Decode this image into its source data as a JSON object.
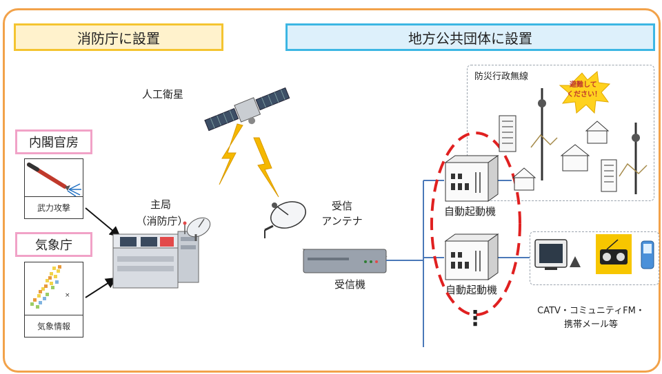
{
  "headers": {
    "fire_agency_side": "消防庁に設置",
    "local_gov_side": "地方公共団体に設置"
  },
  "sources": [
    {
      "agency": "内閣官房",
      "caption": "武力攻撃",
      "icon": "missile-icon"
    },
    {
      "agency": "気象庁",
      "caption": "気象情報",
      "icon": "weather-map-icon"
    }
  ],
  "satellite_label": "人工衛星",
  "main_station": {
    "line1": "主局",
    "line2": "（消防庁）"
  },
  "receiver_antenna": {
    "line1": "受信",
    "line2": "アンテナ"
  },
  "receiver_label": "受信機",
  "auto_start_units": [
    "自動起動機",
    "自動起動機"
  ],
  "continuation_mark": "⋮",
  "disaster_radio": {
    "label": "防災行政無線",
    "speech": [
      "避難して",
      "ください！"
    ]
  },
  "media": {
    "line1": "CATV・コミュニティFM・",
    "line2": "携帯メール等"
  },
  "colors": {
    "frame": "#f2a24a",
    "left_header_border": "#f4c430",
    "right_header_border": "#3cb6e3",
    "agency_border": "#f1a2c7",
    "lightning": "#f5b800",
    "dashed_ellipse": "#e02020",
    "connector": "#4a78b8"
  }
}
